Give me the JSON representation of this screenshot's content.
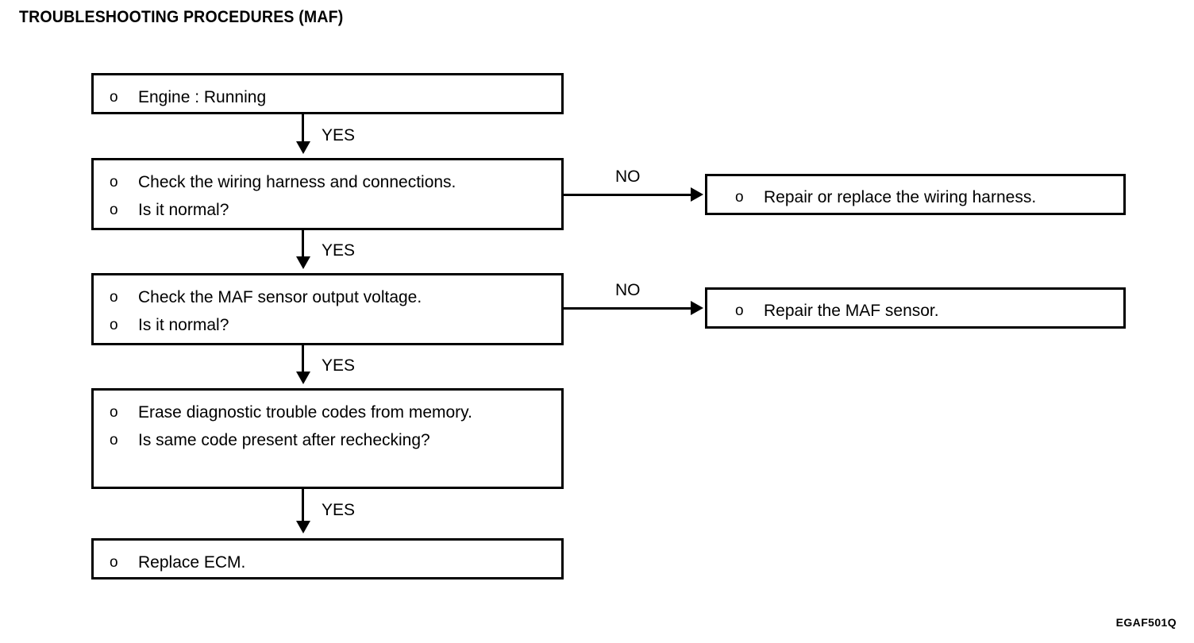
{
  "page": {
    "title": "TROUBLESHOOTING PROCEDURES (MAF)",
    "figure_code": "EGAF501Q",
    "ink_color": "#000000",
    "background_color": "#ffffff"
  },
  "flowchart": {
    "bullet_marker": "o",
    "nodes": [
      {
        "id": "engine-running",
        "lines": [
          "Engine : Running"
        ]
      },
      {
        "id": "check-wiring-harness",
        "lines": [
          "Check the wiring harness and connections.",
          "Is it normal?"
        ]
      },
      {
        "id": "repair-wiring-harness",
        "lines": [
          "Repair or replace the wiring harness."
        ]
      },
      {
        "id": "check-maf-output-voltage",
        "lines": [
          "Check the MAF sensor output voltage.",
          "Is it normal?"
        ]
      },
      {
        "id": "repair-maf-sensor",
        "lines": [
          "Repair the MAF sensor."
        ]
      },
      {
        "id": "erase-trouble-codes",
        "lines": [
          "Erase diagnostic trouble codes from memory.",
          "Is same code present after rechecking?"
        ]
      },
      {
        "id": "replace-ecm",
        "lines": [
          "Replace ECM."
        ]
      }
    ],
    "edges": [
      {
        "id": "engine-to-wiring",
        "label": "YES"
      },
      {
        "id": "wiring-to-maf",
        "label": "YES"
      },
      {
        "id": "maf-to-erase",
        "label": "YES"
      },
      {
        "id": "erase-to-ecm",
        "label": "YES"
      },
      {
        "id": "wiring-to-repair-harness",
        "label": "NO"
      },
      {
        "id": "maf-to-repair-sensor",
        "label": "NO"
      }
    ]
  }
}
